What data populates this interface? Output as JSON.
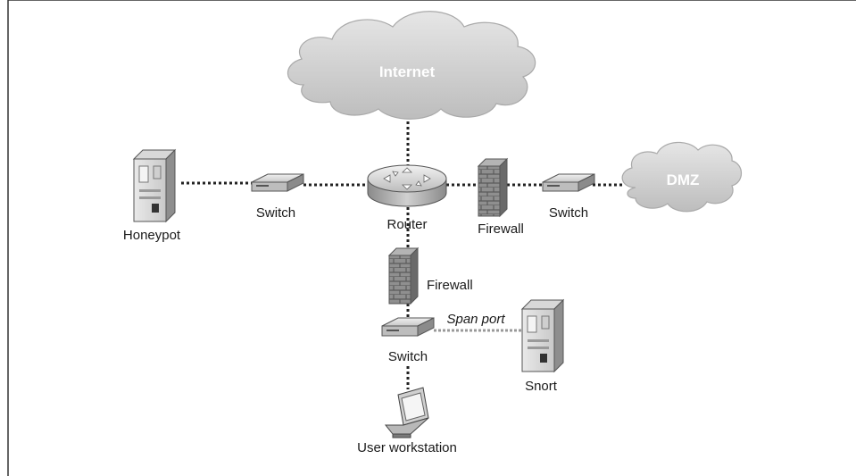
{
  "diagram": {
    "clouds": {
      "internet": "Internet",
      "dmz": "DMZ"
    },
    "nodes": {
      "honeypot": "Honeypot",
      "switch_left": "Switch",
      "router": "Router",
      "firewall_right": "Firewall",
      "switch_right": "Switch",
      "firewall_center": "Firewall",
      "switch_center": "Switch",
      "snort": "Snort",
      "user_workstation": "User workstation"
    },
    "links": {
      "span_port": "Span port"
    }
  }
}
